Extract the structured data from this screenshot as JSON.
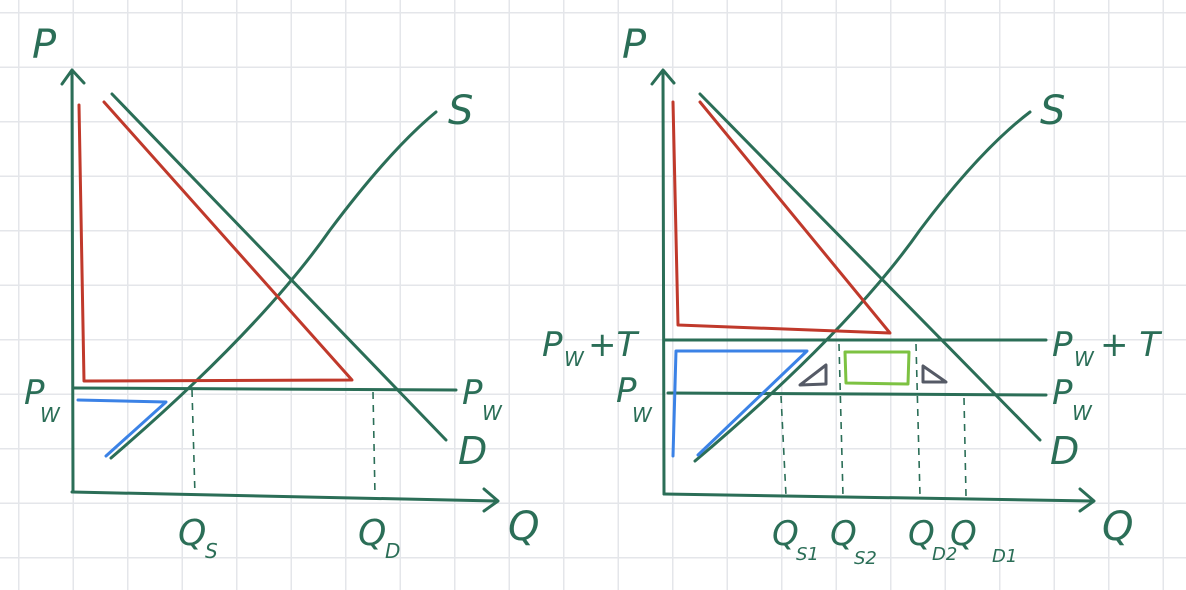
{
  "panels": [
    {
      "id": "left",
      "labels": {
        "price_axis": "P",
        "quantity_axis": "Q",
        "supply": "S",
        "demand": "D",
        "world_price_left": "P",
        "world_price_left_sub": "W",
        "world_price_right": "P",
        "world_price_right_sub": "W",
        "qs": "Q",
        "qs_sub": "S",
        "qd": "Q",
        "qd_sub": "D"
      }
    },
    {
      "id": "right",
      "labels": {
        "price_axis": "P",
        "quantity_axis": "Q",
        "supply": "S",
        "demand": "D",
        "tariff_price_left": "P",
        "tariff_price_left_sub": "W",
        "tariff_price_left_suffix": "+T",
        "tariff_price_right": "P",
        "tariff_price_right_sub": "W",
        "tariff_price_right_suffix": "+ T",
        "world_price_left": "P",
        "world_price_left_sub": "W",
        "world_price_right": "P",
        "world_price_right_sub": "W",
        "qs1": "Q",
        "qs1_sub": "S1",
        "qs2": "Q",
        "qs2_sub": "S2",
        "qd2": "Q",
        "qd2_sub": "D2",
        "qd1": "Q",
        "qd1_sub": "D1"
      }
    }
  ],
  "colors": {
    "ink": "#2b6e57",
    "consumer_surplus": "#c0392b",
    "producer_surplus": "#3b82e6",
    "deadweight_loss": "#555a66",
    "tariff_revenue": "#7dc242",
    "grid": "#e4e6ea"
  },
  "icons": {
    "arrowheads": "arrow-icon"
  }
}
